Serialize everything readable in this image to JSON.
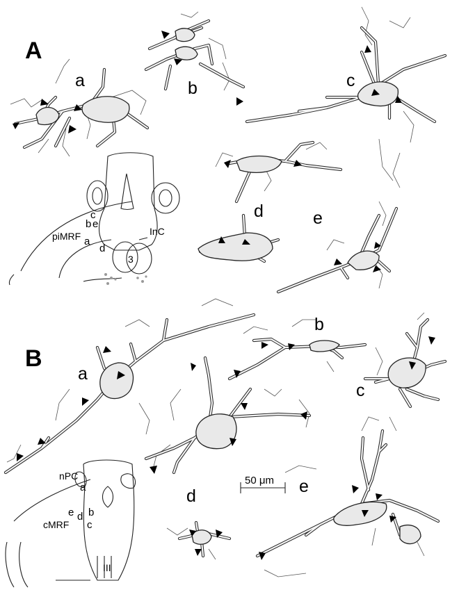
{
  "panels": [
    {
      "label": "A",
      "cells": [
        "a",
        "b",
        "c",
        "d",
        "e"
      ]
    },
    {
      "label": "B",
      "cells": [
        "a",
        "b",
        "c",
        "d",
        "e"
      ]
    }
  ],
  "panel_A_inset": {
    "region": "piMRF",
    "cell_letters": [
      "b",
      "e",
      "c",
      "a",
      "d"
    ],
    "nucleus": "InC",
    "number": "3"
  },
  "panel_B_inset": {
    "region_top": "nPC",
    "region_bottom": "cMRF",
    "cell_letters": [
      "a",
      "e",
      "d",
      "b",
      "c"
    ],
    "number": "III"
  },
  "scale_bar": {
    "label": "50 μm"
  }
}
